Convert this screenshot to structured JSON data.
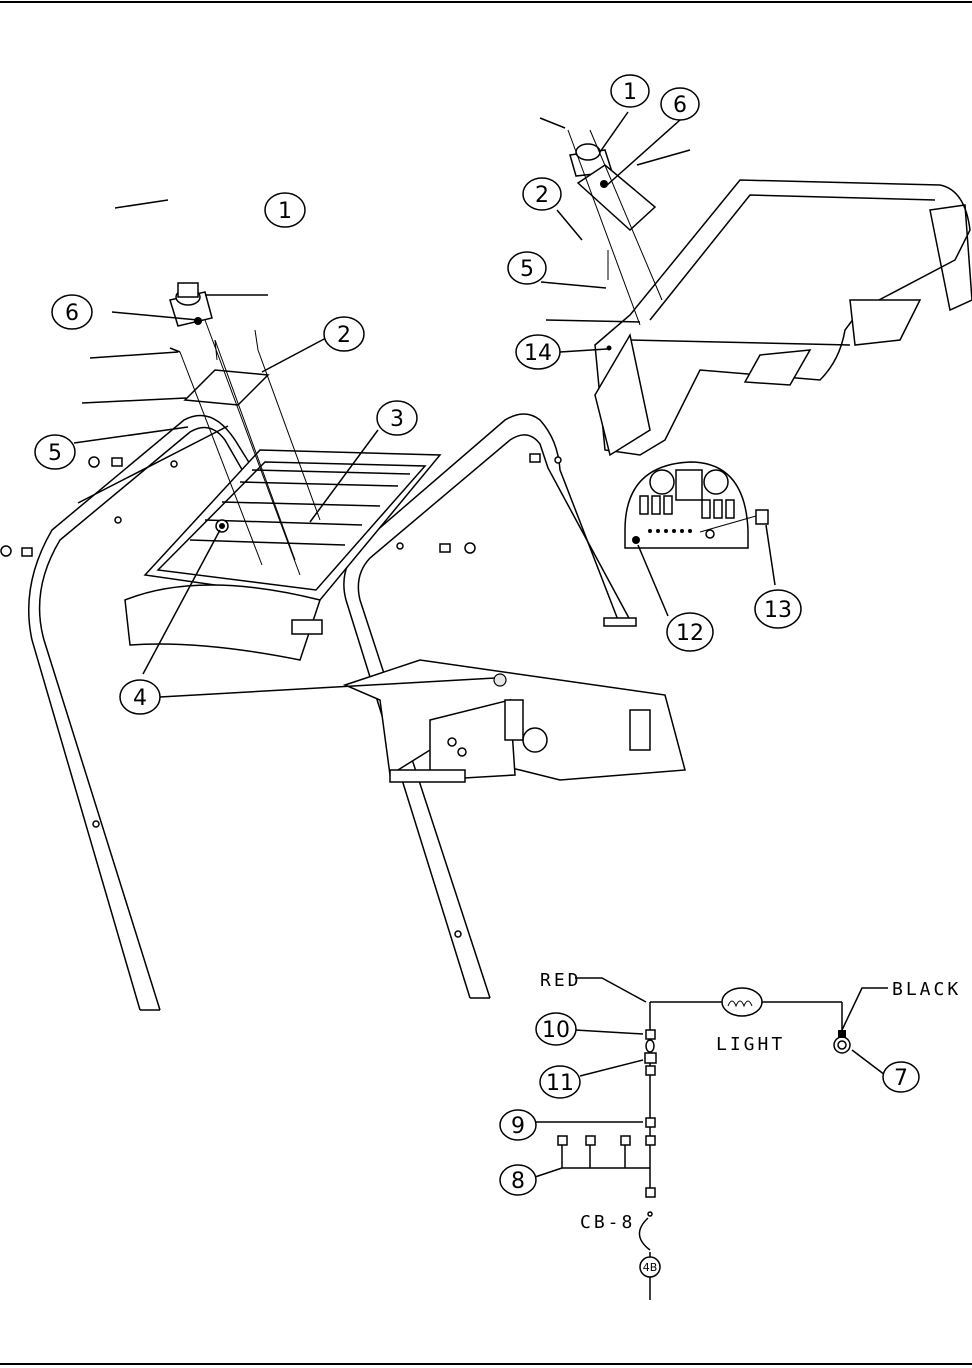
{
  "callouts": {
    "c1a": "1",
    "c2a": "2",
    "c3": "3",
    "c4": "4",
    "c5a": "5",
    "c6a": "6",
    "c1b": "1",
    "c2b": "2",
    "c5b": "5",
    "c6b": "6",
    "c14": "14",
    "c12": "12",
    "c13": "13",
    "c10": "10",
    "c11": "11",
    "c9": "9",
    "c8": "8",
    "c7": "7"
  },
  "wiring": {
    "red_label": "RED",
    "black_label": "BLACK",
    "light_label": "LIGHT",
    "breaker_label": "CB-8",
    "connector_label": "4B"
  },
  "colors": {
    "line": "#000000",
    "background": "#ffffff"
  }
}
